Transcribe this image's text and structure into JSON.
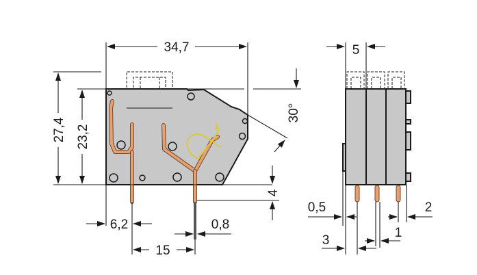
{
  "drawing": {
    "title": "Terminal block dimension drawing",
    "colors": {
      "housing": "#c8c8c8",
      "contact": "#e8a070",
      "spring": "#d8c840",
      "line": "#1a1a1a"
    },
    "side_view": {
      "width": "34,7",
      "height_total": "27,4",
      "height_body": "23,2",
      "angle": "30°",
      "pin_length": "4",
      "pin_offset": "6,2",
      "pin_pitch": "15",
      "pin_thickness": "0,8"
    },
    "front_view": {
      "pitch": "5",
      "offset_left": "0,5",
      "pin_offset": "3",
      "pin_width": "1",
      "offset_right": "2"
    }
  }
}
